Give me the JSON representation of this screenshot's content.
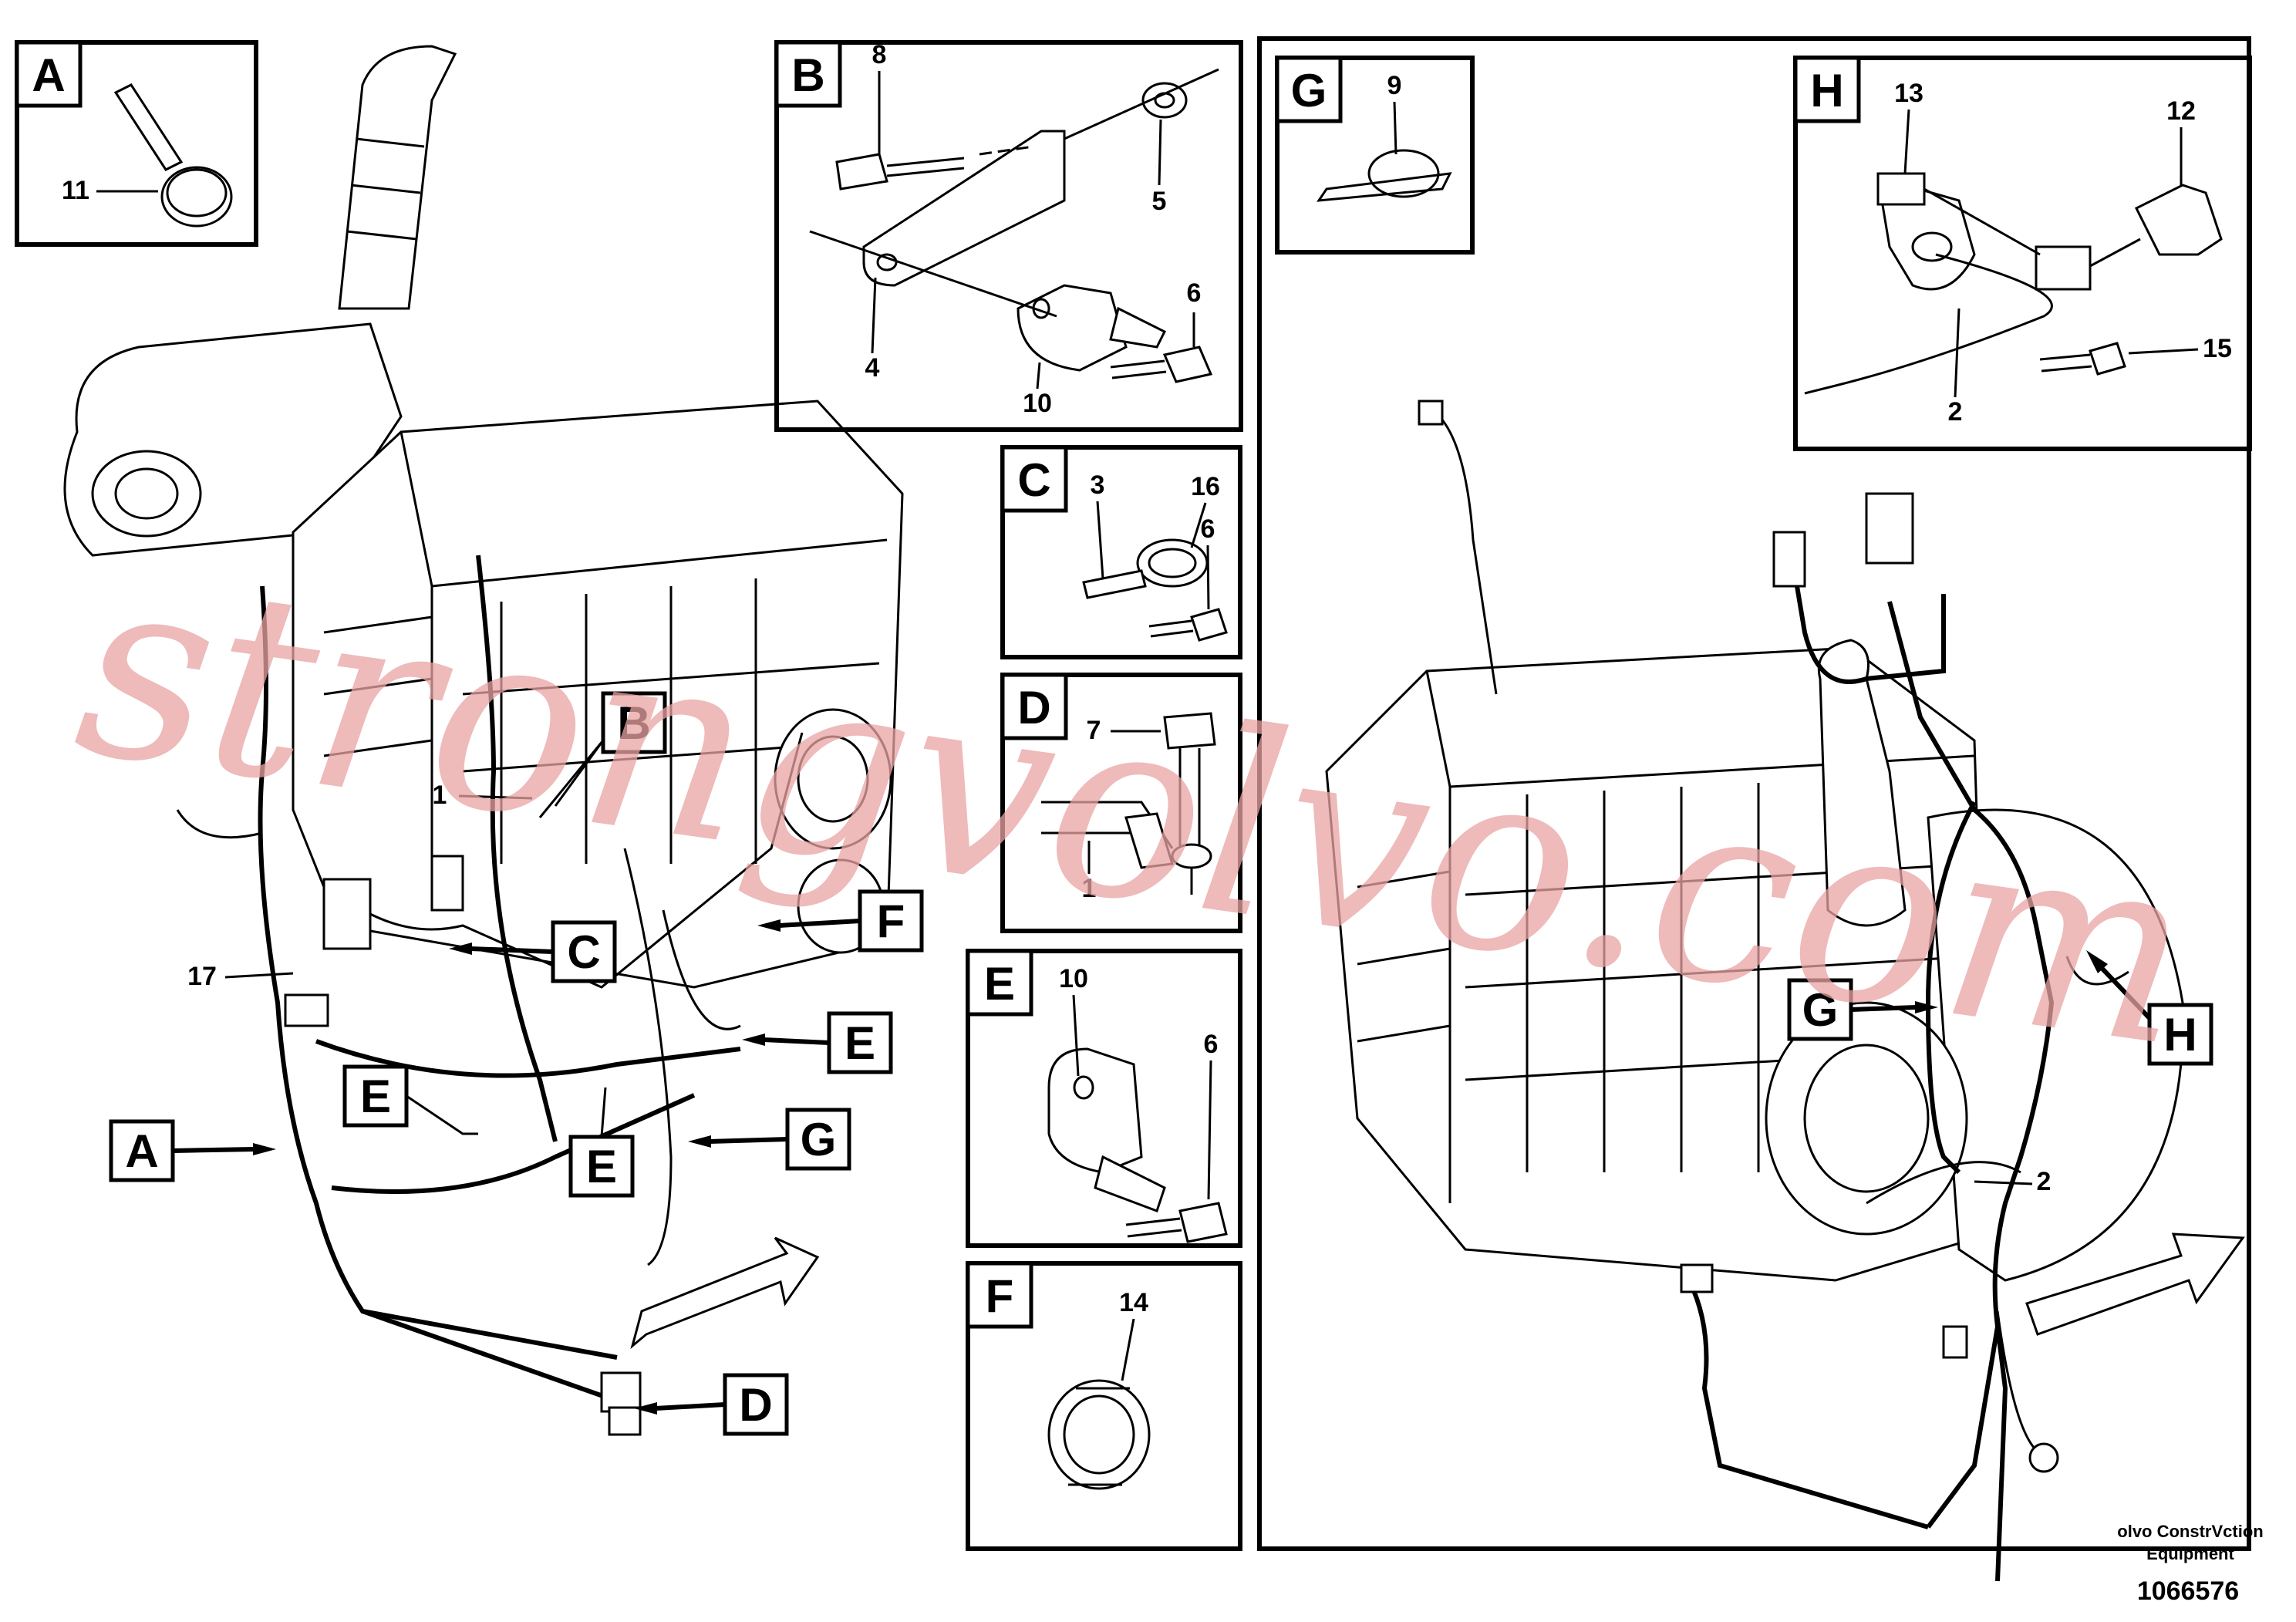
{
  "detail_boxes": {
    "A": {
      "letter": "A",
      "part_numbers": [
        "11"
      ]
    },
    "B": {
      "letter": "B",
      "part_numbers": [
        "8",
        "5",
        "6",
        "4",
        "10"
      ]
    },
    "C": {
      "letter": "C",
      "part_numbers": [
        "3",
        "16",
        "6"
      ]
    },
    "D": {
      "letter": "D",
      "part_numbers": [
        "7",
        "1"
      ]
    },
    "E": {
      "letter": "E",
      "part_numbers": [
        "10",
        "6"
      ]
    },
    "F": {
      "letter": "F",
      "part_numbers": [
        "14"
      ]
    },
    "G": {
      "letter": "G",
      "part_numbers": [
        "9"
      ]
    },
    "H": {
      "letter": "H",
      "part_numbers": [
        "13",
        "12",
        "15",
        "2"
      ]
    }
  },
  "left_view": {
    "callouts": [
      "B",
      "C",
      "F",
      "E",
      "E",
      "E",
      "A",
      "G",
      "D"
    ],
    "part_numbers": [
      "1",
      "17"
    ]
  },
  "right_view": {
    "callouts": [
      "G",
      "H"
    ],
    "part_numbers": [
      "2"
    ]
  },
  "watermark": "strongvolvo.com",
  "credit": {
    "line1": "olvo ConstrVction",
    "line2": "Equipment"
  },
  "document_number": "1066576"
}
